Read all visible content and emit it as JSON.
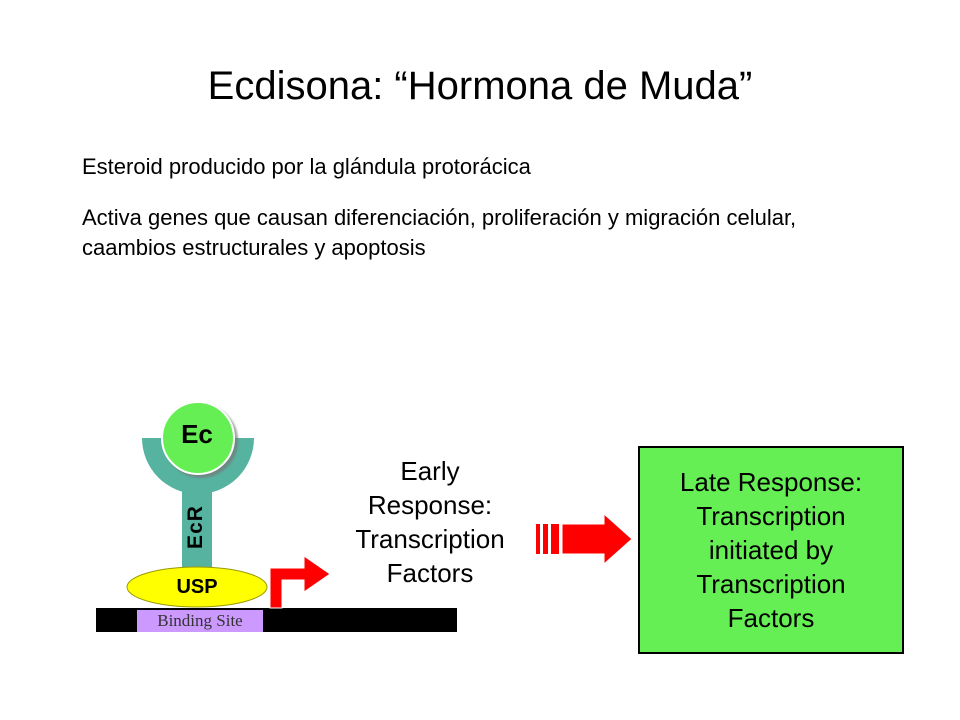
{
  "slide": {
    "title": "Ecdisona: “Hormona de Muda”",
    "bullets": [
      "Esteroid producido por la glándula protorácica",
      "Activa genes que causan diferenciación, proliferación y migración celular, caambios estructurales y apoptosis"
    ]
  },
  "diagram": {
    "ligand_label": "Ec",
    "receptor_label": "EcR",
    "partner_label": "USP",
    "binding_site_label": "Binding Site",
    "early_response_lines": [
      "Early",
      "Response:",
      "Transcription",
      "Factors"
    ],
    "late_response_lines": [
      "Late Response:",
      "Transcription",
      "initiated by",
      "Transcription",
      "Factors"
    ],
    "colors": {
      "receptor": "#55b3a0",
      "ligand": "#66ee55",
      "usp": "#ffff00",
      "binding_site": "#cc99ff",
      "dna": "#000000",
      "arrows": "#ff0000",
      "late_box": "#66ee55"
    }
  }
}
